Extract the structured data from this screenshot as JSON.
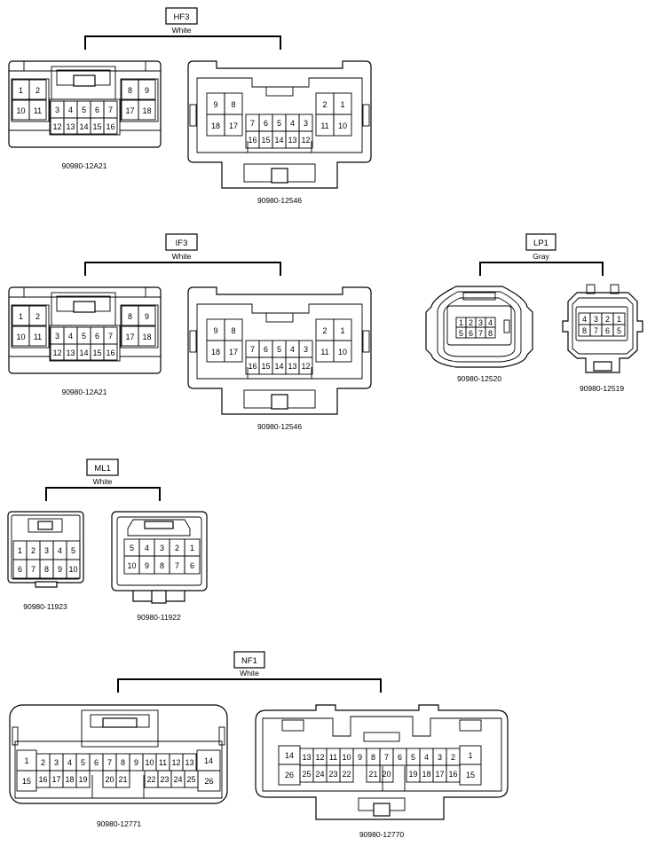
{
  "groups": [
    {
      "tag": "HF3",
      "color": "White",
      "connectors": [
        {
          "part": "90980-12A21",
          "pins": [
            "1",
            "2",
            "10",
            "11",
            "3",
            "4",
            "5",
            "6",
            "7",
            "12",
            "13",
            "14",
            "15",
            "16",
            "8",
            "9",
            "17",
            "18"
          ]
        },
        {
          "part": "90980-12546",
          "pins": [
            "9",
            "8",
            "18",
            "17",
            "7",
            "6",
            "5",
            "4",
            "3",
            "16",
            "15",
            "14",
            "13",
            "12",
            "2",
            "1",
            "11",
            "10"
          ]
        }
      ]
    },
    {
      "tag": "IF3",
      "color": "White",
      "connectors": [
        {
          "part": "90980-12A21",
          "pins": [
            "1",
            "2",
            "10",
            "11",
            "3",
            "4",
            "5",
            "6",
            "7",
            "12",
            "13",
            "14",
            "15",
            "16",
            "8",
            "9",
            "17",
            "18"
          ]
        },
        {
          "part": "90980-12546",
          "pins": [
            "9",
            "8",
            "18",
            "17",
            "7",
            "6",
            "5",
            "4",
            "3",
            "16",
            "15",
            "14",
            "13",
            "12",
            "2",
            "1",
            "11",
            "10"
          ]
        }
      ]
    },
    {
      "tag": "LP1",
      "color": "Gray",
      "connectors": [
        {
          "part": "90980-12520",
          "pins": [
            "1",
            "2",
            "3",
            "4",
            "5",
            "6",
            "7",
            "8"
          ]
        },
        {
          "part": "90980-12519",
          "pins": [
            "4",
            "3",
            "2",
            "1",
            "8",
            "7",
            "6",
            "5"
          ]
        }
      ]
    },
    {
      "tag": "ML1",
      "color": "White",
      "connectors": [
        {
          "part": "90980-11923",
          "pins": [
            "1",
            "2",
            "3",
            "4",
            "5",
            "6",
            "7",
            "8",
            "9",
            "10"
          ]
        },
        {
          "part": "90980-11922",
          "pins": [
            "5",
            "4",
            "3",
            "2",
            "1",
            "10",
            "9",
            "8",
            "7",
            "6"
          ]
        }
      ]
    },
    {
      "tag": "NF1",
      "color": "White",
      "connectors": [
        {
          "part": "90980-12771",
          "pins": [
            "1",
            "2",
            "3",
            "4",
            "5",
            "6",
            "7",
            "8",
            "9",
            "10",
            "11",
            "12",
            "13",
            "14",
            "15",
            "16",
            "17",
            "18",
            "19",
            "20",
            "21",
            "22",
            "23",
            "24",
            "25",
            "26"
          ]
        },
        {
          "part": "90980-12770",
          "pins": [
            "14",
            "13",
            "12",
            "11",
            "10",
            "9",
            "8",
            "7",
            "6",
            "5",
            "4",
            "3",
            "2",
            "1",
            "26",
            "25",
            "24",
            "23",
            "22",
            "21",
            "20",
            "19",
            "18",
            "17",
            "16",
            "15"
          ]
        }
      ]
    }
  ]
}
